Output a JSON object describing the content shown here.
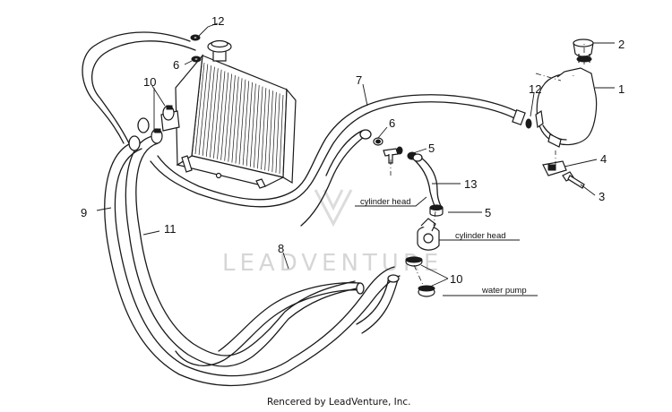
{
  "callouts": {
    "c1": "1",
    "c2": "2",
    "c3": "3",
    "c4": "4",
    "c5a": "5",
    "c5b": "5",
    "c6a": "6",
    "c6b": "6",
    "c7": "7",
    "c8": "8",
    "c9": "9",
    "c10a": "10",
    "c10b": "10",
    "c11": "11",
    "c12a": "12",
    "c12b": "12",
    "c13": "13"
  },
  "labels": {
    "cylinder_head_1": "cylinder head",
    "cylinder_head_2": "cylinder head",
    "water_pump": "water pump"
  },
  "watermark": "LEADVENTURE",
  "credit": "Rencered by LeadVenture, Inc."
}
